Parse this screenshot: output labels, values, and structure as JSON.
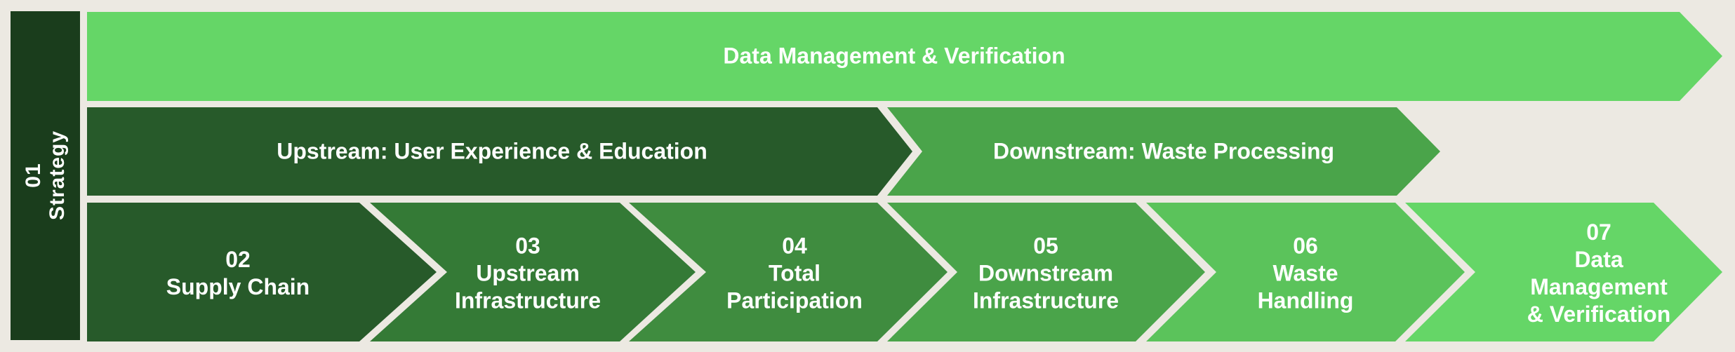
{
  "sidebar": {
    "number": "01",
    "label": "Strategy",
    "color": "#1a3d1c"
  },
  "top_band": {
    "label": "Data Management & Verification",
    "color": "#65d667"
  },
  "middle_band": [
    {
      "label": "Upstream: User Experience & Education",
      "color": "#275a2a"
    },
    {
      "label": "Downstream: Waste Processing",
      "color": "#4aa44a"
    }
  ],
  "steps": [
    {
      "number": "02",
      "lines": [
        "Supply Chain"
      ],
      "color": "#275a2a"
    },
    {
      "number": "03",
      "lines": [
        "Upstream",
        "Infrastructure"
      ],
      "color": "#347a36"
    },
    {
      "number": "04",
      "lines": [
        "Total",
        "Participation"
      ],
      "color": "#3f8c3f"
    },
    {
      "number": "05",
      "lines": [
        "Downstream",
        "Infrastructure"
      ],
      "color": "#4aa44a"
    },
    {
      "number": "06",
      "lines": [
        "Waste",
        "Handling"
      ],
      "color": "#5bc35b"
    },
    {
      "number": "07",
      "lines": [
        "Data",
        "Management",
        "& Verification"
      ],
      "color": "#65d667"
    }
  ],
  "background": "#ece9e2"
}
